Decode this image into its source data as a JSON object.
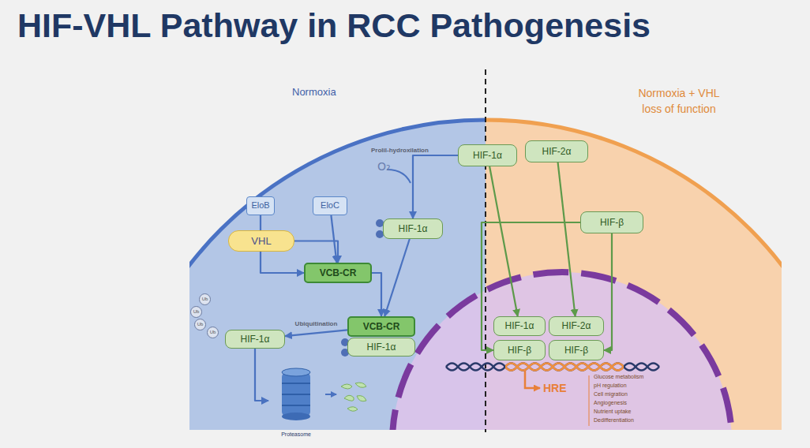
{
  "diagram": {
    "title": "HIF-VHL Pathway in RCC Pathogenesis",
    "nodes": [
      {
        "text": [
          "HIF-1α"
        ]
      },
      {
        "text": [
          "HIF-2α"
        ]
      },
      {
        "text": [
          "EloB"
        ]
      },
      {
        "text": [
          "EloC"
        ]
      },
      {
        "text": [
          "HIF-β"
        ]
      },
      {
        "text": [
          "HIF-1α"
        ]
      },
      {
        "text": [
          "VHL"
        ]
      },
      {
        "text": [
          "VCB-CR"
        ]
      },
      {
        "text": [
          "Ub"
        ]
      },
      {
        "text": [
          "Ub"
        ]
      },
      {
        "text": [
          "Ub"
        ]
      },
      {
        "text": [
          "Ub"
        ]
      },
      {
        "text": [
          "VCB-CR"
        ]
      },
      {
        "text": [
          "HIF-1α"
        ]
      },
      {
        "text": [
          "HIF-1α"
        ]
      },
      {
        "text": [
          "HIF-1α"
        ]
      },
      {
        "text": [
          "HIF-2α"
        ]
      },
      {
        "text": [
          "HIF-β"
        ]
      },
      {
        "text": [
          "HIF-β"
        ]
      },
      {
        "text": [
          "Proteasome"
        ]
      }
    ],
    "edges": [
      {
        "from": 0,
        "to": 5,
        "arrow": "to"
      },
      {
        "from": 2,
        "to": 7,
        "arrow": "to"
      },
      {
        "from": 3,
        "to": 7,
        "arrow": "to"
      },
      {
        "from": 6,
        "to": 7,
        "arrow": "to"
      },
      {
        "from": 5,
        "to": 12,
        "arrow": "to"
      },
      {
        "from": 7,
        "to": 12,
        "arrow": "to"
      },
      {
        "from": 12,
        "to": 13,
        "label": "Ubiquitination",
        "arrow": "to"
      },
      {
        "from": 13,
        "to": 19,
        "arrow": "to"
      },
      {
        "from": 0,
        "to": 15,
        "arrow": "to"
      },
      {
        "from": 1,
        "to": 16,
        "arrow": "to"
      },
      {
        "from": 4,
        "to": 17,
        "arrow": "to"
      },
      {
        "from": 4,
        "to": 18,
        "arrow": "to"
      }
    ],
    "labels": [
      "Normoxia",
      "Normoxia + VHL loss of function",
      "Prolil-hydroxilation",
      "O₂",
      "HRE",
      "Glucose metabolism",
      "pH regulation",
      "Cell migration",
      "Angiogenesis",
      "Nutrient uptake",
      "Dedifferentiation"
    ]
  }
}
